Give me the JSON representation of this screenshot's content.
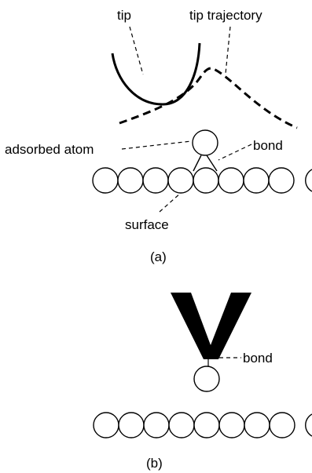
{
  "panel_a": {
    "labels": {
      "tip": "tip",
      "tip_trajectory": "tip trajectory",
      "adsorbed_atom": "adsorbed atom",
      "bond": "bond",
      "surface": "surface"
    },
    "caption": "(a)"
  },
  "panel_b": {
    "labels": {
      "bond": "bond"
    },
    "caption": "(b)"
  },
  "colors": {
    "ink": "#000000",
    "background": "#ffffff"
  }
}
